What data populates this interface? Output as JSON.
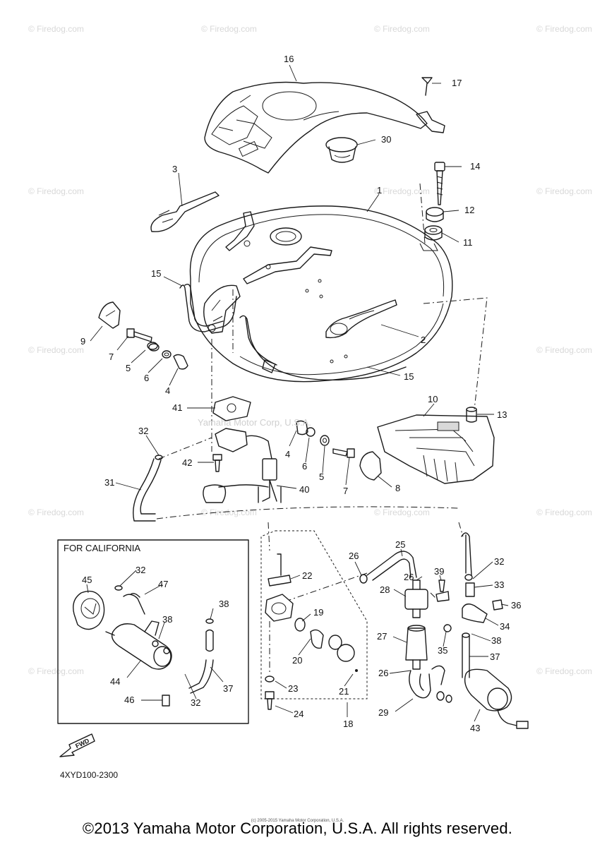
{
  "watermark": "© Firedog.com",
  "overlay_text": "Yamaha Motor Corp, U.S.A.",
  "inset": {
    "title": "FOR CALIFORNIA"
  },
  "direction_label": "FWD",
  "diagram_code": "4XYD100-2300",
  "tiny_credit": "(c) 2005-2015 Yamaha Motor Corporation, U.S.A.",
  "copyright": "©2013 Yamaha Motor Corporation, U.S.A. All rights reserved.",
  "callouts": [
    {
      "id": "c16",
      "text": "16"
    },
    {
      "id": "c17",
      "text": "17"
    },
    {
      "id": "c30",
      "text": "30"
    },
    {
      "id": "c3",
      "text": "3"
    },
    {
      "id": "c14",
      "text": "14"
    },
    {
      "id": "c1",
      "text": "1"
    },
    {
      "id": "c12",
      "text": "12"
    },
    {
      "id": "c11",
      "text": "11"
    },
    {
      "id": "c15a",
      "text": "15"
    },
    {
      "id": "c9",
      "text": "9"
    },
    {
      "id": "c7a",
      "text": "7"
    },
    {
      "id": "c5a",
      "text": "5"
    },
    {
      "id": "c6a",
      "text": "6"
    },
    {
      "id": "c4a",
      "text": "4"
    },
    {
      "id": "c2",
      "text": "2"
    },
    {
      "id": "c15b",
      "text": "15"
    },
    {
      "id": "c41",
      "text": "41"
    },
    {
      "id": "c10",
      "text": "10"
    },
    {
      "id": "c13",
      "text": "13"
    },
    {
      "id": "c32a",
      "text": "32"
    },
    {
      "id": "c4b",
      "text": "4"
    },
    {
      "id": "c6b",
      "text": "6"
    },
    {
      "id": "c5b",
      "text": "5"
    },
    {
      "id": "c7b",
      "text": "7"
    },
    {
      "id": "c8",
      "text": "8"
    },
    {
      "id": "c42",
      "text": "42"
    },
    {
      "id": "c31",
      "text": "31"
    },
    {
      "id": "c40",
      "text": "40"
    },
    {
      "id": "c25",
      "text": "25"
    },
    {
      "id": "c26a",
      "text": "26"
    },
    {
      "id": "c32b",
      "text": "32"
    },
    {
      "id": "c22",
      "text": "22"
    },
    {
      "id": "c26b",
      "text": "26"
    },
    {
      "id": "c39",
      "text": "39"
    },
    {
      "id": "c33",
      "text": "33"
    },
    {
      "id": "c28",
      "text": "28"
    },
    {
      "id": "c19",
      "text": "19"
    },
    {
      "id": "c36",
      "text": "36"
    },
    {
      "id": "c34",
      "text": "34"
    },
    {
      "id": "c27",
      "text": "27"
    },
    {
      "id": "c35",
      "text": "35"
    },
    {
      "id": "c38a",
      "text": "38"
    },
    {
      "id": "c20",
      "text": "20"
    },
    {
      "id": "c37a",
      "text": "37"
    },
    {
      "id": "c26c",
      "text": "26"
    },
    {
      "id": "c21",
      "text": "21"
    },
    {
      "id": "c23",
      "text": "23"
    },
    {
      "id": "c29",
      "text": "29"
    },
    {
      "id": "c24",
      "text": "24"
    },
    {
      "id": "c18",
      "text": "18"
    },
    {
      "id": "c43",
      "text": "43"
    },
    {
      "id": "c45",
      "text": "45"
    },
    {
      "id": "c32c",
      "text": "32"
    },
    {
      "id": "c47",
      "text": "47"
    },
    {
      "id": "c38b",
      "text": "38"
    },
    {
      "id": "c38c",
      "text": "38"
    },
    {
      "id": "c44",
      "text": "44"
    },
    {
      "id": "c37b",
      "text": "37"
    },
    {
      "id": "c46",
      "text": "46"
    },
    {
      "id": "c32d",
      "text": "32"
    }
  ]
}
